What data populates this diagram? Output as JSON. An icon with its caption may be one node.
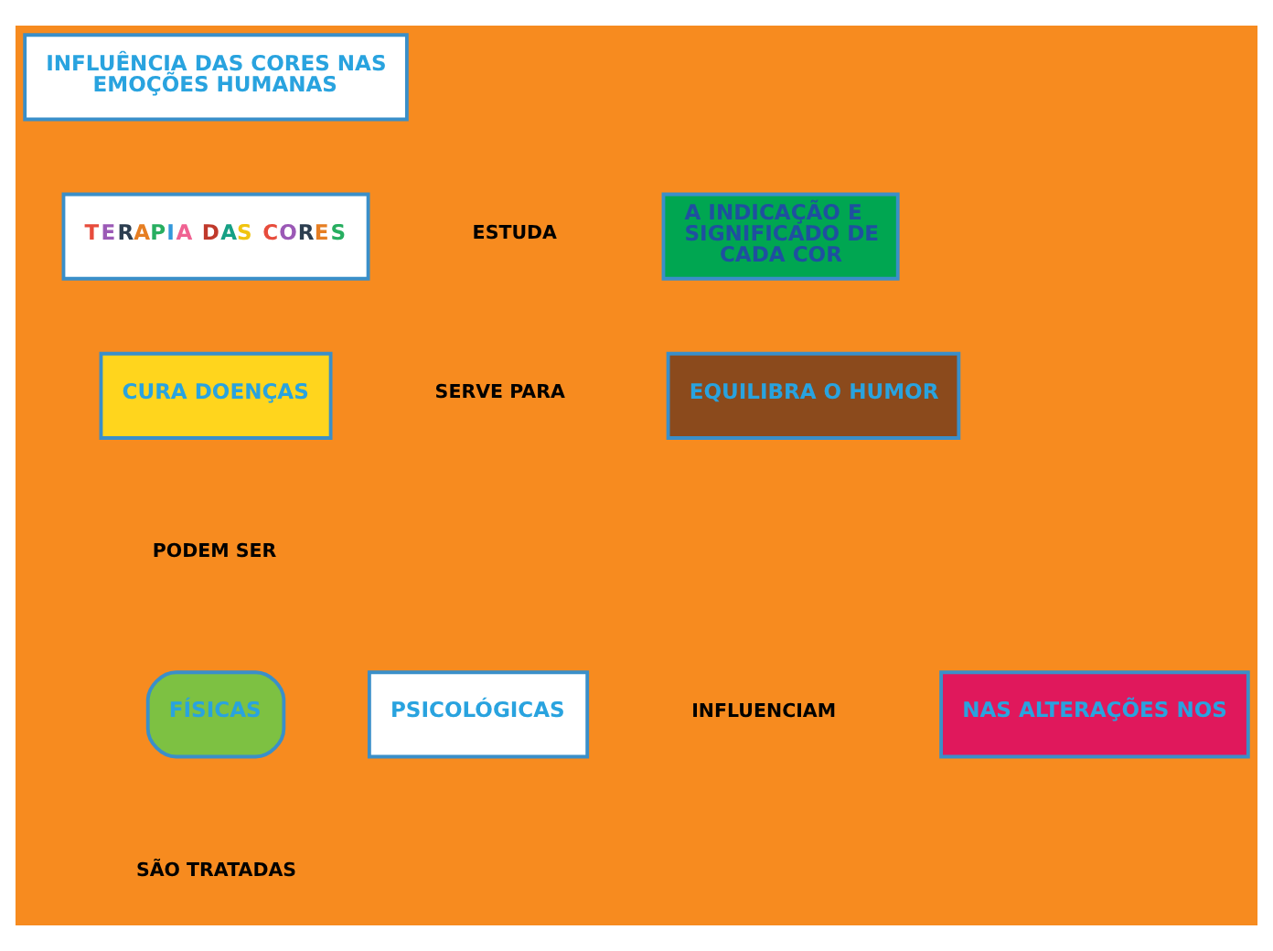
{
  "diagram": {
    "nodes": [
      {
        "text": [
          "INFLUÊNCIA DAS CORES NAS EMOÇÕES HUMANAS"
        ]
      },
      {
        "text": [
          "TERAPIA DAS CORES"
        ]
      },
      {
        "text": [
          "A INDICAÇÃO E SIGNIFICADO DE CADA COR"
        ]
      },
      {
        "text": [
          "CURA DOENÇAS"
        ]
      },
      {
        "text": [
          "EQUILIBRA O HUMOR"
        ]
      },
      {
        "text": [
          "FÍSICAS"
        ]
      },
      {
        "text": [
          "PSICOLÓGICAS"
        ]
      },
      {
        "text": [
          "NAS ALTERAÇÕES NOS"
        ]
      }
    ],
    "edges": [],
    "labels": [
      "ESTUDA",
      "SERVE PARA",
      "PODEM SER",
      "INFLUENCIAM",
      "SÃO TRATADAS"
    ]
  }
}
